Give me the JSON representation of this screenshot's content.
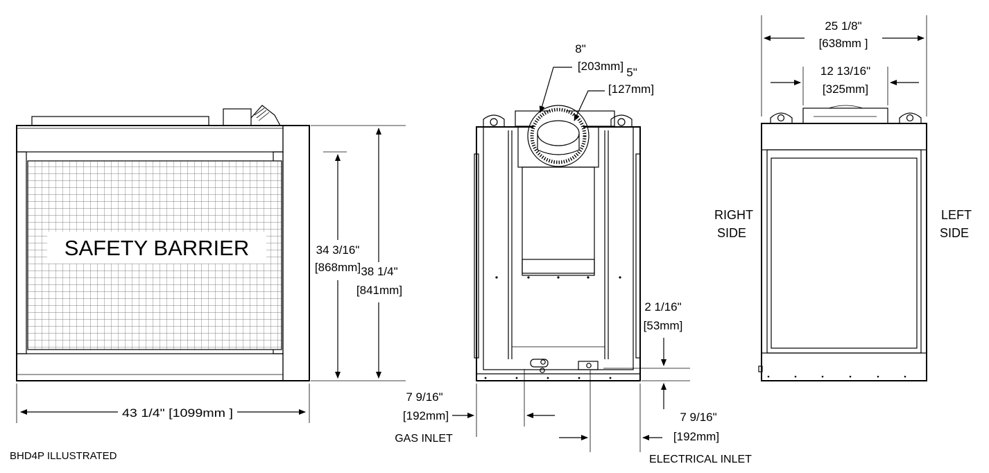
{
  "caption": "BHD4P ILLUSTRATED",
  "front_view": {
    "panel_label": "SAFETY BARRIER",
    "dim_width": "43 1/4\" [1099mm ]",
    "dim_opening_height_in": "34 3/16\"",
    "dim_opening_height_mm": "[868mm]",
    "dim_total_height_in": "38 1/4\"",
    "dim_total_height_mm": "[841mm]"
  },
  "rear_view": {
    "flue_outer_in": "8\"",
    "flue_outer_mm": "[203mm]",
    "flue_inner_in": "5\"",
    "flue_inner_mm": "[127mm]",
    "inlet_height_in": "2 1/16\"",
    "inlet_height_mm": "[53mm]",
    "gas_offset_in": "7 9/16\"",
    "gas_offset_mm": "[192mm]",
    "gas_label": "GAS INLET",
    "elec_offset_in": "7 9/16\"",
    "elec_offset_mm": "[192mm]",
    "elec_label": "ELECTRICAL INLET"
  },
  "side_view": {
    "overall_width_in": "25 1/8\"",
    "overall_width_mm": "[638mm ]",
    "collar_width_in": "12 13/16\"",
    "collar_width_mm": "[325mm]",
    "right_label_1": "RIGHT",
    "right_label_2": "SIDE",
    "left_label_1": "LEFT",
    "left_label_2": "SIDE"
  }
}
